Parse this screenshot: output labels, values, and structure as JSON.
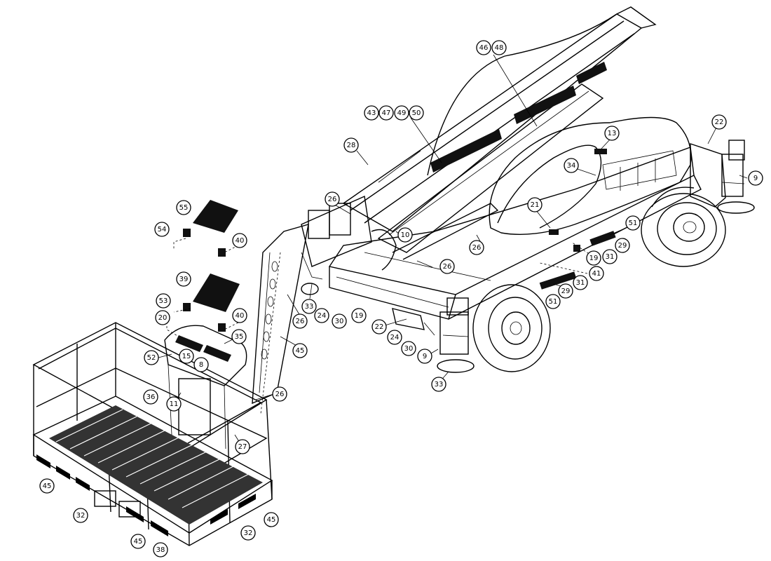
{
  "callouts": [
    {
      "id": "c46",
      "label": "46"
    },
    {
      "id": "c48",
      "label": "48"
    },
    {
      "id": "c43",
      "label": "43"
    },
    {
      "id": "c47",
      "label": "47"
    },
    {
      "id": "c49",
      "label": "49"
    },
    {
      "id": "c50",
      "label": "50"
    },
    {
      "id": "c28",
      "label": "28"
    },
    {
      "id": "c13",
      "label": "13"
    },
    {
      "id": "c22a",
      "label": "22"
    },
    {
      "id": "c9a",
      "label": "9"
    },
    {
      "id": "c34",
      "label": "34"
    },
    {
      "id": "c21",
      "label": "21"
    },
    {
      "id": "c26a",
      "label": "26"
    },
    {
      "id": "c10",
      "label": "10"
    },
    {
      "id": "c26b",
      "label": "26"
    },
    {
      "id": "c26c",
      "label": "26"
    },
    {
      "id": "c51a",
      "label": "51"
    },
    {
      "id": "c19a",
      "label": "19"
    },
    {
      "id": "c29a",
      "label": "29"
    },
    {
      "id": "c31a",
      "label": "31"
    },
    {
      "id": "c41",
      "label": "41"
    },
    {
      "id": "c31b",
      "label": "31"
    },
    {
      "id": "c29b",
      "label": "29"
    },
    {
      "id": "c51b",
      "label": "51"
    },
    {
      "id": "c55",
      "label": "55"
    },
    {
      "id": "c54",
      "label": "54"
    },
    {
      "id": "c40a",
      "label": "40"
    },
    {
      "id": "c39",
      "label": "39"
    },
    {
      "id": "c53",
      "label": "53"
    },
    {
      "id": "c40b",
      "label": "40"
    },
    {
      "id": "c20",
      "label": "20"
    },
    {
      "id": "c35",
      "label": "35"
    },
    {
      "id": "c52",
      "label": "52"
    },
    {
      "id": "c15",
      "label": "15"
    },
    {
      "id": "c8",
      "label": "8"
    },
    {
      "id": "c33a",
      "label": "33"
    },
    {
      "id": "c26d",
      "label": "26"
    },
    {
      "id": "c24a",
      "label": "24"
    },
    {
      "id": "c30a",
      "label": "30"
    },
    {
      "id": "c19b",
      "label": "19"
    },
    {
      "id": "c45a",
      "label": "45"
    },
    {
      "id": "c22b",
      "label": "22"
    },
    {
      "id": "c24b",
      "label": "24"
    },
    {
      "id": "c30b",
      "label": "30"
    },
    {
      "id": "c9b",
      "label": "9"
    },
    {
      "id": "c33b",
      "label": "33"
    },
    {
      "id": "c36",
      "label": "36"
    },
    {
      "id": "c11",
      "label": "11"
    },
    {
      "id": "c26e",
      "label": "26"
    },
    {
      "id": "c27",
      "label": "27"
    },
    {
      "id": "c45b",
      "label": "45"
    },
    {
      "id": "c32a",
      "label": "32"
    },
    {
      "id": "c45c",
      "label": "45"
    },
    {
      "id": "c32b",
      "label": "32"
    },
    {
      "id": "c45d",
      "label": "45"
    },
    {
      "id": "c38",
      "label": "38"
    }
  ]
}
